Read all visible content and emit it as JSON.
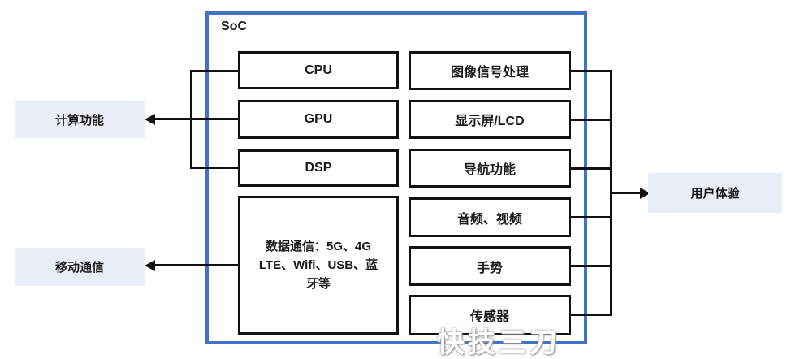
{
  "soc": {
    "title": "SoC",
    "left_blocks": [
      "CPU",
      "GPU",
      "DSP"
    ],
    "data_comm": "数据通信：5G、4G LTE、Wifi、USB、蓝牙等",
    "right_blocks": [
      "图像信号处理",
      "显示屏/LCD",
      "导航功能",
      "音频、视频",
      "手势",
      "传感器"
    ]
  },
  "external": {
    "compute": "计算功能",
    "mobile": "移动通信",
    "ux": "用户体验"
  },
  "watermark": "快技三刀",
  "colors": {
    "soc_border": "#4472c4",
    "block_border": "#111111",
    "external_label_bg": "#e9edf5",
    "text": "#1a1a1a",
    "background": "#ffffff"
  }
}
